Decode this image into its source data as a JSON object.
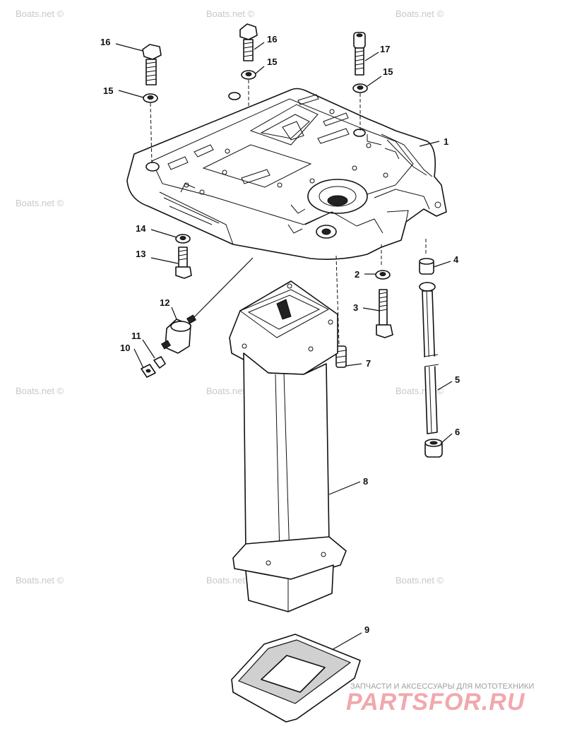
{
  "watermark_text": "Boats.net ©",
  "parts": {
    "p1": "1",
    "p2": "2",
    "p3": "3",
    "p4": "4",
    "p5": "5",
    "p6": "6",
    "p7": "7",
    "p8": "8",
    "p9": "9",
    "p10": "10",
    "p11": "11",
    "p12": "12",
    "p13": "13",
    "p14": "14",
    "p15a": "15",
    "p15b": "15",
    "p15c": "15",
    "p16a": "16",
    "p16b": "16",
    "p17": "17"
  },
  "banner": {
    "tagline": "ЗАПЧАСТИ И АКСЕССУАРЫ ДЛЯ МОТОТЕХНИКИ",
    "logo": "PARTSFOR.RU"
  },
  "colors": {
    "line": "#111111",
    "watermark": "#c8c8c8",
    "logo": "#f0a8ae"
  }
}
